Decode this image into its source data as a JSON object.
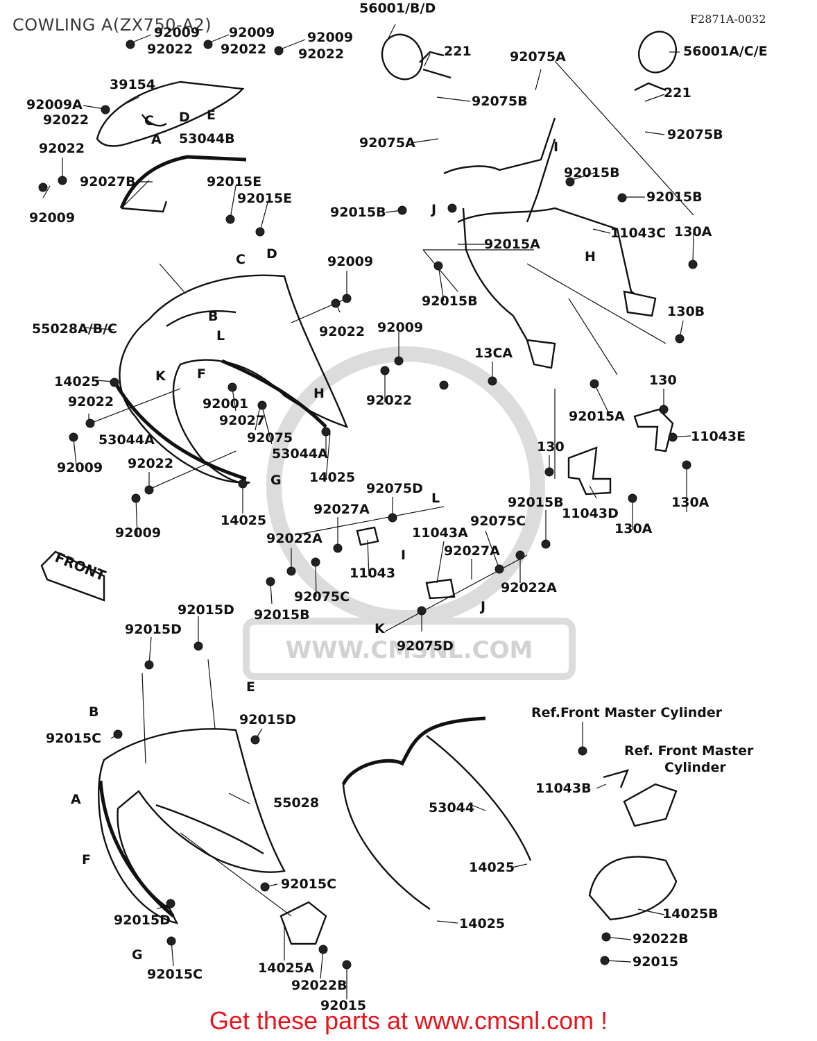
{
  "title": "COWLING A(ZX750-A2)",
  "figure_code": "F2871A-0032",
  "front_badge": "FRONT",
  "watermark_text": "WWW.CMSNL.COM",
  "footer": "Get these parts at www.cmsnl.com !",
  "colors": {
    "footer": "#e8141c",
    "title": "#3a3a3a",
    "watermark": "#d2d2d2"
  },
  "labels": [
    "56001/B/D",
    "221",
    "92075A",
    "56001A/C/E",
    "92009",
    "92022",
    "92009",
    "92022",
    "92009",
    "92022",
    "92009A",
    "92022",
    "39154",
    "53044B",
    "92022",
    "92027B",
    "92009",
    "92075B",
    "221",
    "92075A",
    "92075B",
    "92015B",
    "92015B",
    "92015E",
    "92015E",
    "92015B",
    "92015A",
    "11043C",
    "130A",
    "92015B",
    "92009",
    "92022",
    "130B",
    "55028A/B/C",
    "92009",
    "92022",
    "13CA",
    "14025",
    "92001",
    "92027",
    "92075",
    "53044A",
    "14025",
    "92022",
    "92009",
    "53044A",
    "92015A",
    "130",
    "11043E",
    "130",
    "130A",
    "11043D",
    "130A",
    "92022",
    "92009",
    "14025",
    "92075D",
    "92027A",
    "92015B",
    "11043A",
    "92075C",
    "92027A",
    "92022A",
    "11043",
    "92075C",
    "92015B",
    "92022A",
    "92075D",
    "92015D",
    "92015D",
    "92015D",
    "92015C",
    "55028",
    "92015C",
    "92015D",
    "92015C",
    "53044",
    "14025",
    "14025",
    "14025A",
    "92022B",
    "92015",
    "Ref.Front Master Cylinder",
    "Ref. Front Master",
    "Cylinder",
    "11043B",
    "14025B",
    "92022B",
    "92015"
  ],
  "letters": [
    "C",
    "D",
    "E",
    "A",
    "I",
    "J",
    "H",
    "C",
    "D",
    "B",
    "L",
    "K",
    "F",
    "H",
    "G",
    "L",
    "I",
    "J",
    "K",
    "B",
    "E",
    "A",
    "F",
    "G"
  ]
}
